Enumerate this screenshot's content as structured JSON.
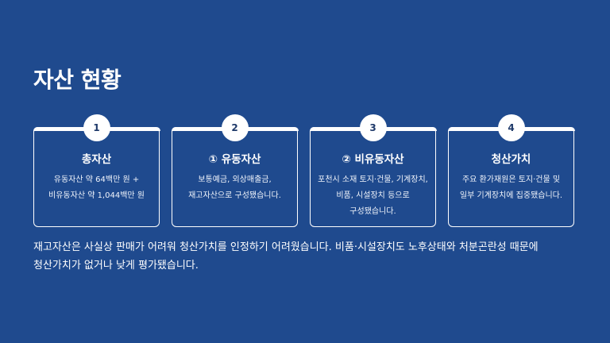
{
  "slide": {
    "title": "자산 현황",
    "summary": "재고자산은 사실상 판매가 어려워 청산가치를 인정하기 어려웠습니다. 비품·시설장치도 노후상태와 처분곤란성 때문에 청산가치가 없거나 낮게 평가됐습니다."
  },
  "cards": [
    {
      "number": "1",
      "title": "총자산",
      "description": "유동자산 약 64백만 원 + 비유동자산 약 1,044백만 원"
    },
    {
      "number": "2",
      "title": "① 유동자산",
      "description": "보통예금, 외상매출금, 재고자산으로 구성됐습니다."
    },
    {
      "number": "3",
      "title": "② 비유동자산",
      "description": "포천시 소재 토지·건물, 기계장치, 비품, 시설장치 등으로 구성됐습니다."
    },
    {
      "number": "4",
      "title": "청산가치",
      "description": "주요 환가재원은 토지·건물 및 일부 기계장치에 집중됐습니다."
    }
  ]
}
